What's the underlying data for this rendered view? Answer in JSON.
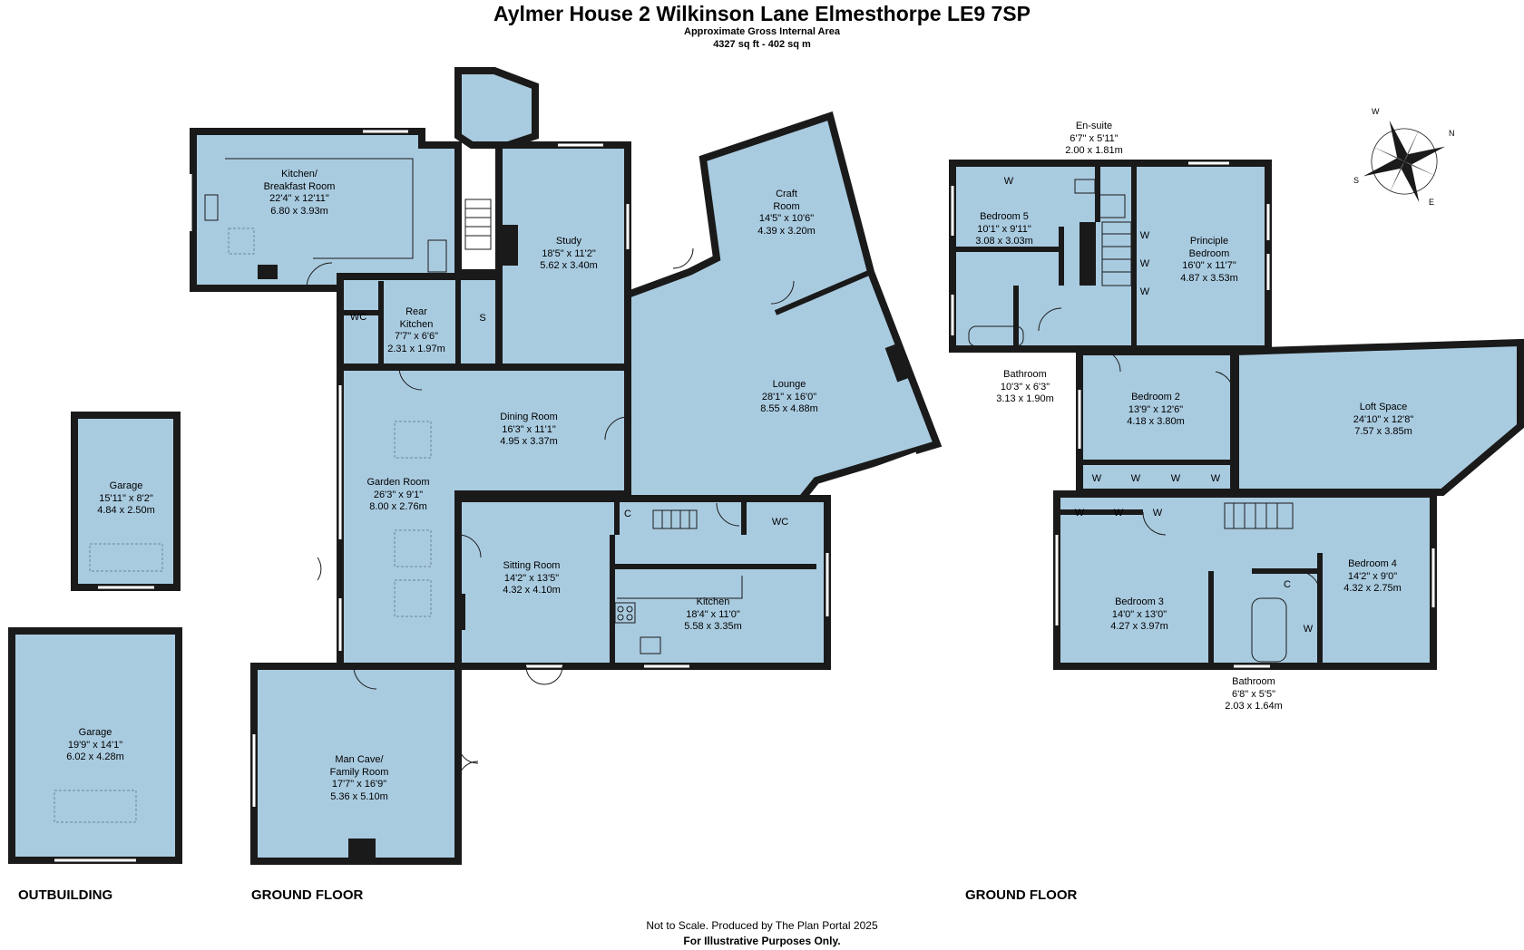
{
  "title": "Aylmer House 2 Wilkinson Lane Elmesthorpe LE9 7SP",
  "subtitle": "Approximate Gross Internal Area",
  "area": "4327 sq ft - 402 sq m",
  "sections": {
    "outbuilding": "OUTBUILDING",
    "ground_floor_left": "GROUND FLOOR",
    "ground_floor_right": "GROUND FLOOR"
  },
  "footer": {
    "line1": "Not to Scale. Produced by The Plan Portal 2025",
    "line2": "For Illustrative Purposes Only."
  },
  "compass": {
    "n": "N",
    "e": "E",
    "s": "S",
    "w": "W"
  },
  "marks": {
    "wardrobe": "W",
    "cupboard": "C",
    "store": "S"
  },
  "colors": {
    "floor": "#a9cbe0",
    "wall": "#1a1a1a",
    "background": "#ffffff"
  },
  "rooms": {
    "kitchen_breakfast": {
      "line1": "Kitchen/",
      "line2": "Breakfast Room",
      "imperial": "22'4\" x 12'11\"",
      "metric": "6.80 x 3.93m"
    },
    "study": {
      "line1": "Study",
      "imperial": "18'5\" x 11'2\"",
      "metric": "5.62 x 3.40m"
    },
    "craft_room": {
      "line1": "Craft",
      "line2": "Room",
      "imperial": "14'5\" x 10'6\"",
      "metric": "4.39 x 3.20m"
    },
    "rear_kitchen": {
      "line1": "Rear",
      "line2": "Kitchen",
      "imperial": "7'7\" x 6'6\"",
      "metric": "2.31 x 1.97m"
    },
    "wc_rear": {
      "line1": "WC"
    },
    "lounge": {
      "line1": "Lounge",
      "imperial": "28'1\" x 16'0\"",
      "metric": "8.55 x 4.88m"
    },
    "dining_room": {
      "line1": "Dining Room",
      "imperial": "16'3\" x 11'1\"",
      "metric": "4.95 x 3.37m"
    },
    "garden_room": {
      "line1": "Garden Room",
      "imperial": "26'3\" x 9'1\"",
      "metric": "8.00 x 2.76m"
    },
    "sitting_room": {
      "line1": "Sitting Room",
      "imperial": "14'2\" x 13'5\"",
      "metric": "4.32 x 4.10m"
    },
    "kitchen": {
      "line1": "Kitchen",
      "imperial": "18'4\" x 11'0\"",
      "metric": "5.58 x 3.35m"
    },
    "wc_front": {
      "line1": "WC"
    },
    "man_cave": {
      "line1": "Man Cave/",
      "line2": "Family Room",
      "imperial": "17'7\" x 16'9\"",
      "metric": "5.36 x 5.10m"
    },
    "garage_small": {
      "line1": "Garage",
      "imperial": "15'11\" x 8'2\"",
      "metric": "4.84 x 2.50m"
    },
    "garage_large": {
      "line1": "Garage",
      "imperial": "19'9\" x 14'1\"",
      "metric": "6.02 x 4.28m"
    },
    "ensuite": {
      "line1": "En-suite",
      "imperial": "6'7\" x 5'11\"",
      "metric": "2.00 x 1.81m"
    },
    "bedroom5": {
      "line1": "Bedroom 5",
      "imperial": "10'1\" x 9'11\"",
      "metric": "3.08 x 3.03m"
    },
    "principle_bedroom": {
      "line1": "Principle",
      "line2": "Bedroom",
      "imperial": "16'0\" x 11'7\"",
      "metric": "4.87 x 3.53m"
    },
    "bathroom_upper": {
      "line1": "Bathroom",
      "imperial": "10'3\" x 6'3\"",
      "metric": "3.13 x 1.90m"
    },
    "bedroom2": {
      "line1": "Bedroom 2",
      "imperial": "13'9\" x 12'6\"",
      "metric": "4.18 x 3.80m"
    },
    "loft_space": {
      "line1": "Loft Space",
      "imperial": "24'10\" x 12'8\"",
      "metric": "7.57 x 3.85m"
    },
    "bedroom3": {
      "line1": "Bedroom 3",
      "imperial": "14'0\" x 13'0\"",
      "metric": "4.27 x 3.97m"
    },
    "bedroom4": {
      "line1": "Bedroom 4",
      "imperial": "14'2\" x 9'0\"",
      "metric": "4.32 x 2.75m"
    },
    "bathroom_lower": {
      "line1": "Bathroom",
      "imperial": "6'8\" x 5'5\"",
      "metric": "2.03 x 1.64m"
    }
  }
}
